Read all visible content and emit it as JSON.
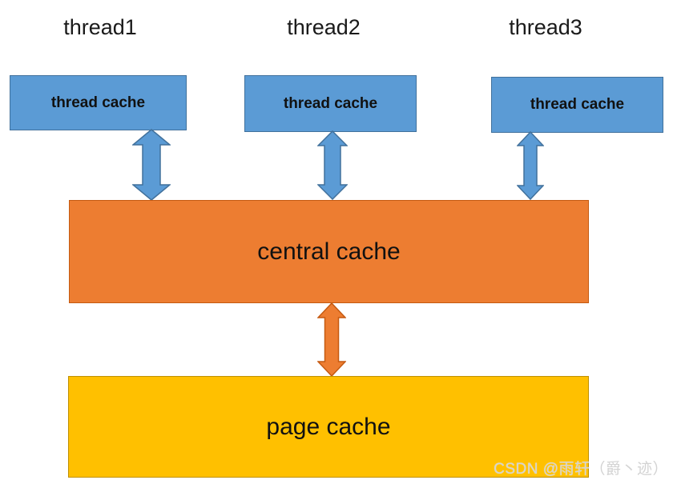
{
  "diagram": {
    "threads": [
      {
        "title": "thread1",
        "cache_label": "thread cache"
      },
      {
        "title": "thread2",
        "cache_label": "thread cache"
      },
      {
        "title": "thread3",
        "cache_label": "thread cache"
      }
    ],
    "central_cache_label": "central cache",
    "page_cache_label": "page cache"
  },
  "colors": {
    "thread_box_fill": "#5b9bd5",
    "thread_box_border": "#41719c",
    "blue_arrow_fill": "#5b9bd5",
    "blue_arrow_border": "#41719c",
    "central_box_fill": "#ed7d31",
    "central_box_border": "#c55a11",
    "orange_arrow_fill": "#ed7d31",
    "orange_arrow_border": "#c55a11",
    "page_box_fill": "#ffc000",
    "page_box_border": "#bf9000"
  },
  "watermark": {
    "text": "CSDN @雨轩（爵丶迹）"
  }
}
